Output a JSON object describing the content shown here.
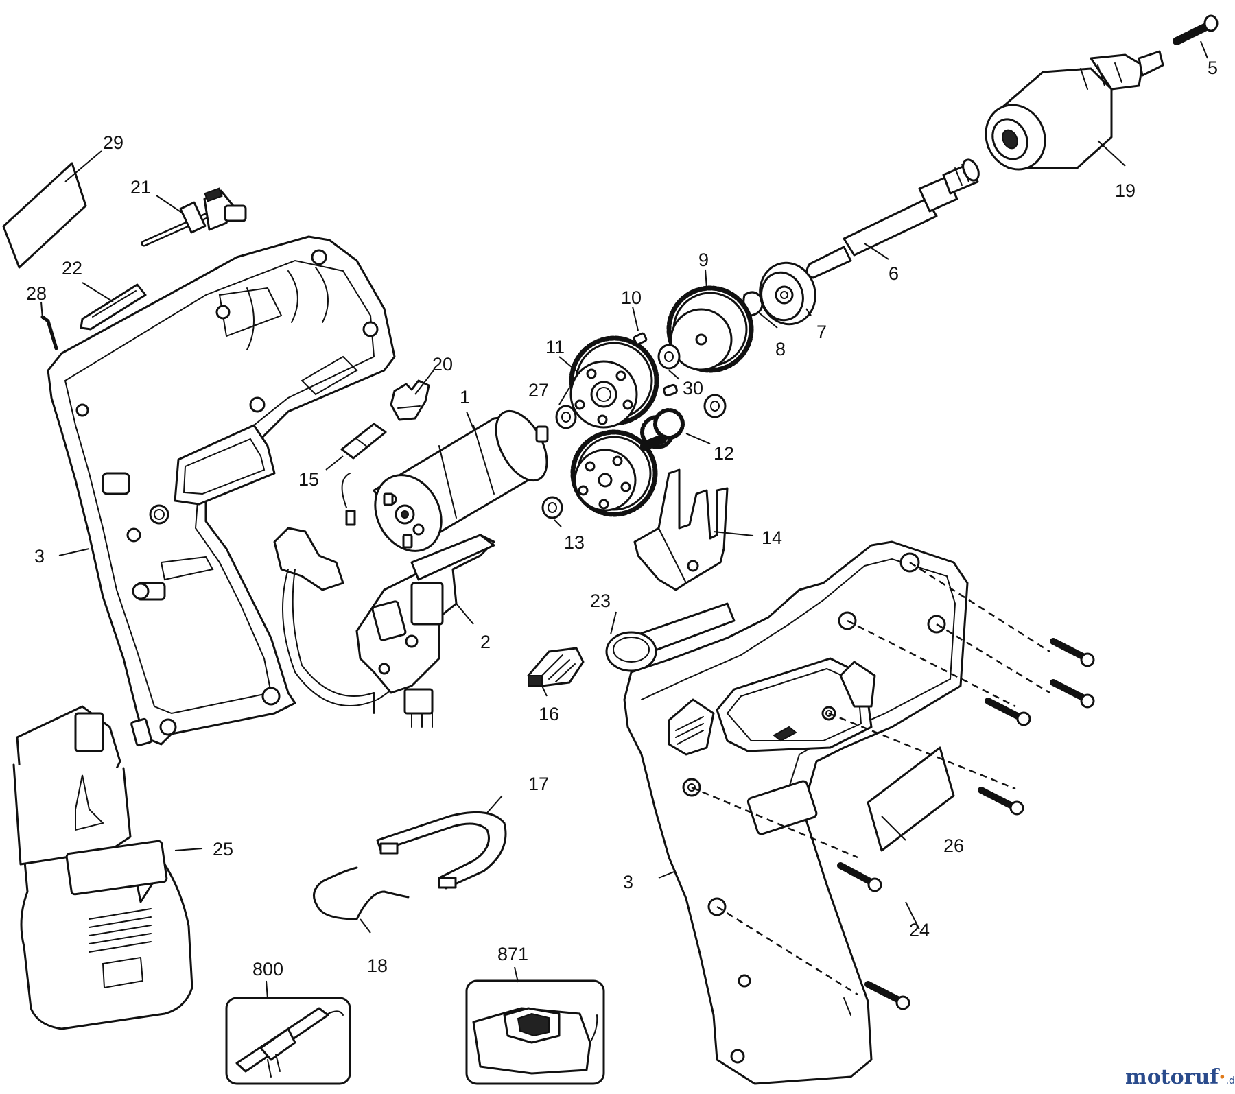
{
  "labels": {
    "l1": "1",
    "l2": "2",
    "l3a": "3",
    "l3b": "3",
    "l5": "5",
    "l6": "6",
    "l7": "7",
    "l8": "8",
    "l9": "9",
    "l10": "10",
    "l11": "11",
    "l12": "12",
    "l13": "13",
    "l14": "14",
    "l15": "15",
    "l16": "16",
    "l17": "17",
    "l18": "18",
    "l19": "19",
    "l20": "20",
    "l21": "21",
    "l22": "22",
    "l23": "23",
    "l24": "24",
    "l25": "25",
    "l26": "26",
    "l27": "27",
    "l28": "28",
    "l29": "29",
    "l30": "30",
    "l800": "800",
    "l871": "871"
  },
  "watermark": {
    "brand_main": "motoruf",
    "brand_accent": "·",
    "brand_domain": ".de"
  }
}
